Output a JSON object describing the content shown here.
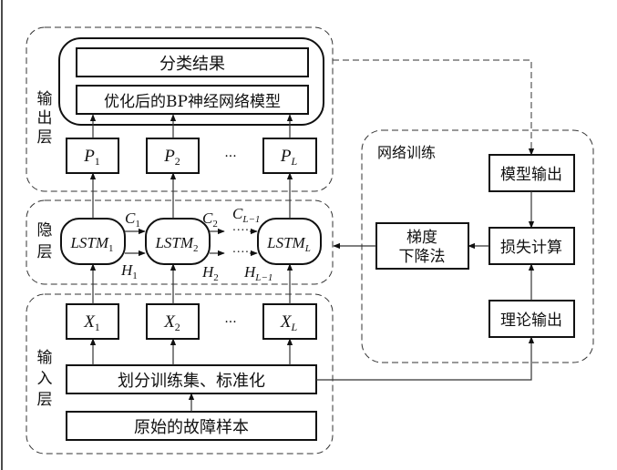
{
  "layers": {
    "output": {
      "label": [
        "输",
        "出",
        "层"
      ],
      "classification_result": "分类结果",
      "model": "优化后的BP神经网络模型",
      "nodes": [
        {
          "base": "P",
          "sub": "1"
        },
        {
          "base": "P",
          "sub": "2"
        },
        {
          "base": "P",
          "sub": "L"
        }
      ],
      "ellipsis": "···"
    },
    "hidden": {
      "label": [
        "隐",
        "层"
      ],
      "cells": [
        {
          "base": "LSTM",
          "sub": "1"
        },
        {
          "base": "LSTM",
          "sub": "2"
        },
        {
          "base": "LSTM",
          "sub": "L"
        }
      ],
      "states": {
        "c": [
          {
            "base": "C",
            "sub": "1"
          },
          {
            "base": "C",
            "sub": "2"
          },
          {
            "base": "C",
            "sub": "L−1"
          }
        ],
        "h": [
          {
            "base": "H",
            "sub": "1"
          },
          {
            "base": "H",
            "sub": "2"
          },
          {
            "base": "H",
            "sub": "L−1"
          }
        ]
      },
      "dots": "····"
    },
    "input": {
      "label": [
        "输",
        "入",
        "层"
      ],
      "nodes": [
        {
          "base": "X",
          "sub": "1"
        },
        {
          "base": "X",
          "sub": "2"
        },
        {
          "base": "X",
          "sub": "L"
        }
      ],
      "ellipsis": "···",
      "preprocess": "划分训练集、标准化",
      "raw_samples": "原始的故障样本"
    }
  },
  "training": {
    "title": "网络训练",
    "model_output": "模型输出",
    "loss": "损失计算",
    "theoretical_output": "理论输出",
    "gradient_descent": [
      "梯度",
      "下降法"
    ]
  }
}
